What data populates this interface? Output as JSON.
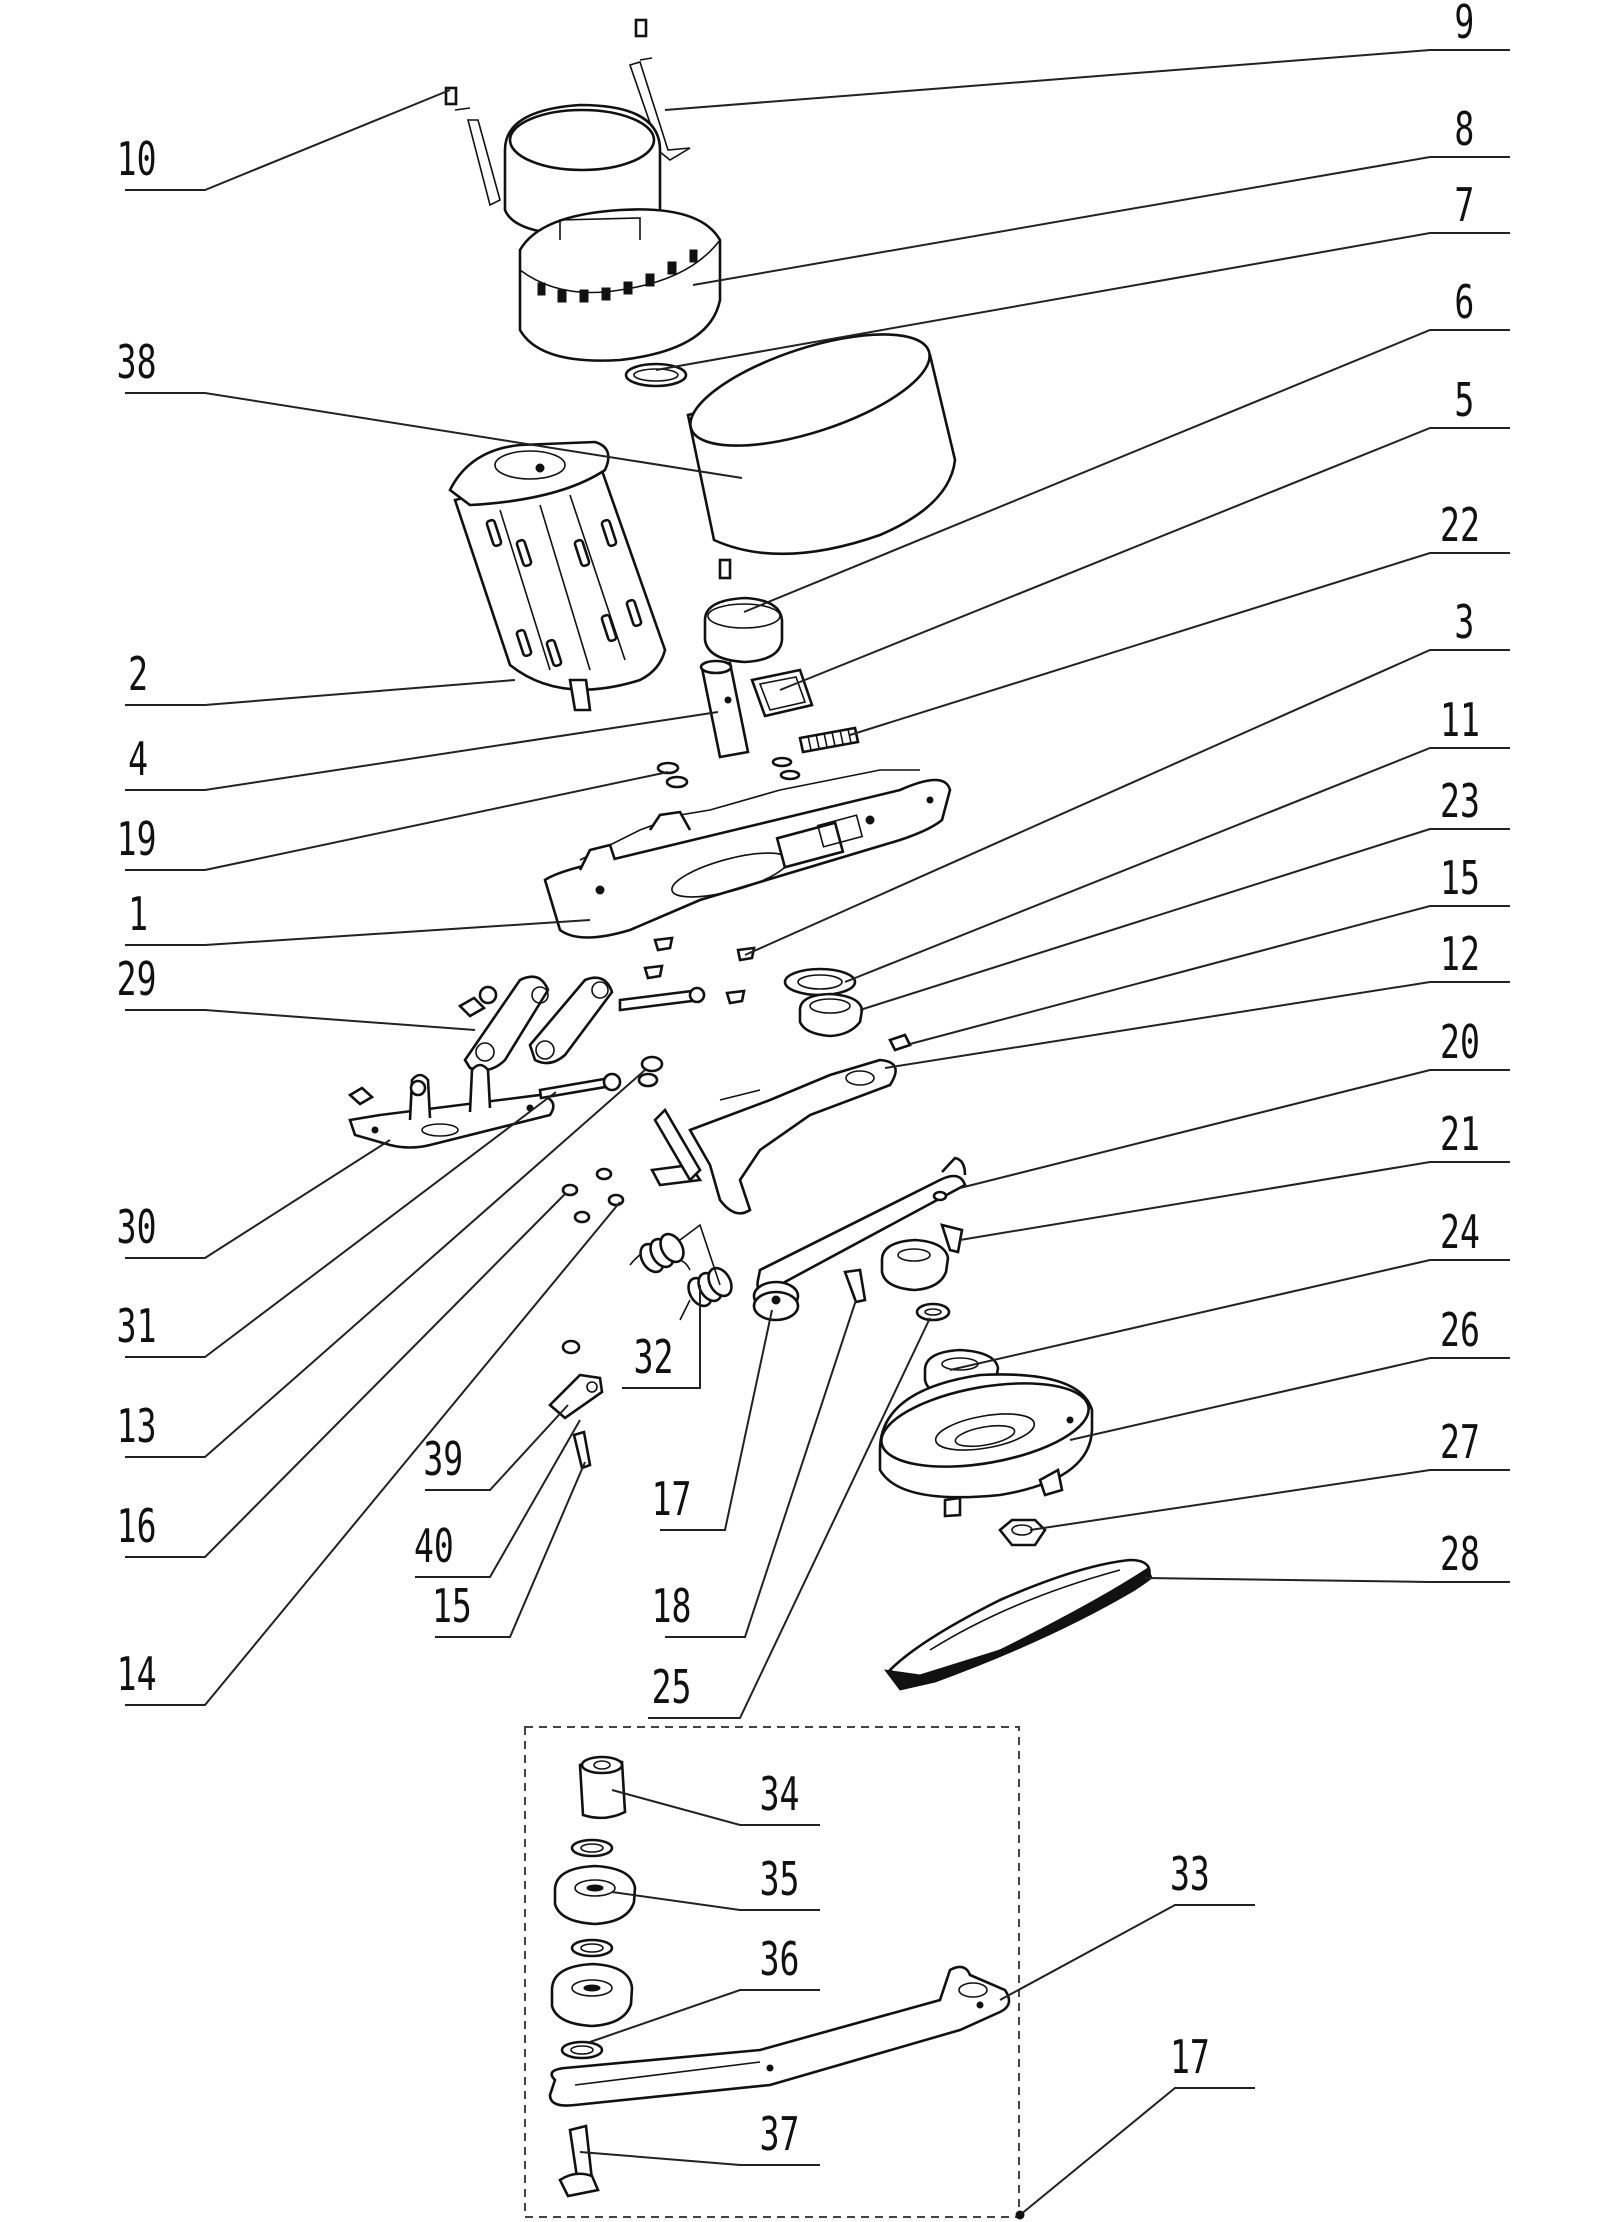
{
  "colors": {
    "ink": "#111111",
    "background": "#ffffff"
  },
  "labels": {
    "l9": "9",
    "l10": "10",
    "l8": "8",
    "l7": "7",
    "l6": "6",
    "l38": "38",
    "l5": "5",
    "l22": "22",
    "l3": "3",
    "l2": "2",
    "l11": "11",
    "l4": "4",
    "l23": "23",
    "l19": "19",
    "l15a": "15",
    "l1": "1",
    "l12": "12",
    "l29": "29",
    "l20": "20",
    "l21": "21",
    "l30": "30",
    "l24": "24",
    "l31": "31",
    "l26": "26",
    "l13": "13",
    "l27": "27",
    "l39": "39",
    "l32": "32",
    "l16": "16",
    "l17a": "17",
    "l28": "28",
    "l40": "40",
    "l15b": "15",
    "l18": "18",
    "l14": "14",
    "l25": "25",
    "l34": "34",
    "l35": "35",
    "l36": "36",
    "l33": "33",
    "l17b": "17",
    "l37": "37"
  }
}
